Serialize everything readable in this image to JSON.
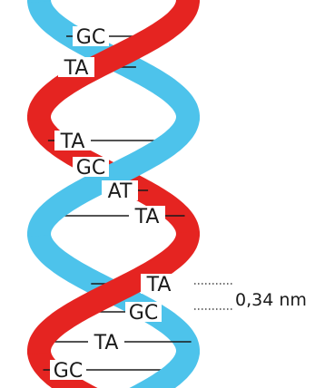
{
  "colors": {
    "strand_blue": "#4DC3EB",
    "strand_red": "#E52421",
    "rung": "#1a1a1a"
  },
  "base_pairs": [
    {
      "label": "GC"
    },
    {
      "label": "TA"
    },
    {
      "label": "TA"
    },
    {
      "label": "GC"
    },
    {
      "label": "AT"
    },
    {
      "label": "TA"
    },
    {
      "label": "TA"
    },
    {
      "label": "GC"
    },
    {
      "label": "TA"
    },
    {
      "label": "GC"
    }
  ],
  "dimension": {
    "label": "0,34 nm"
  }
}
